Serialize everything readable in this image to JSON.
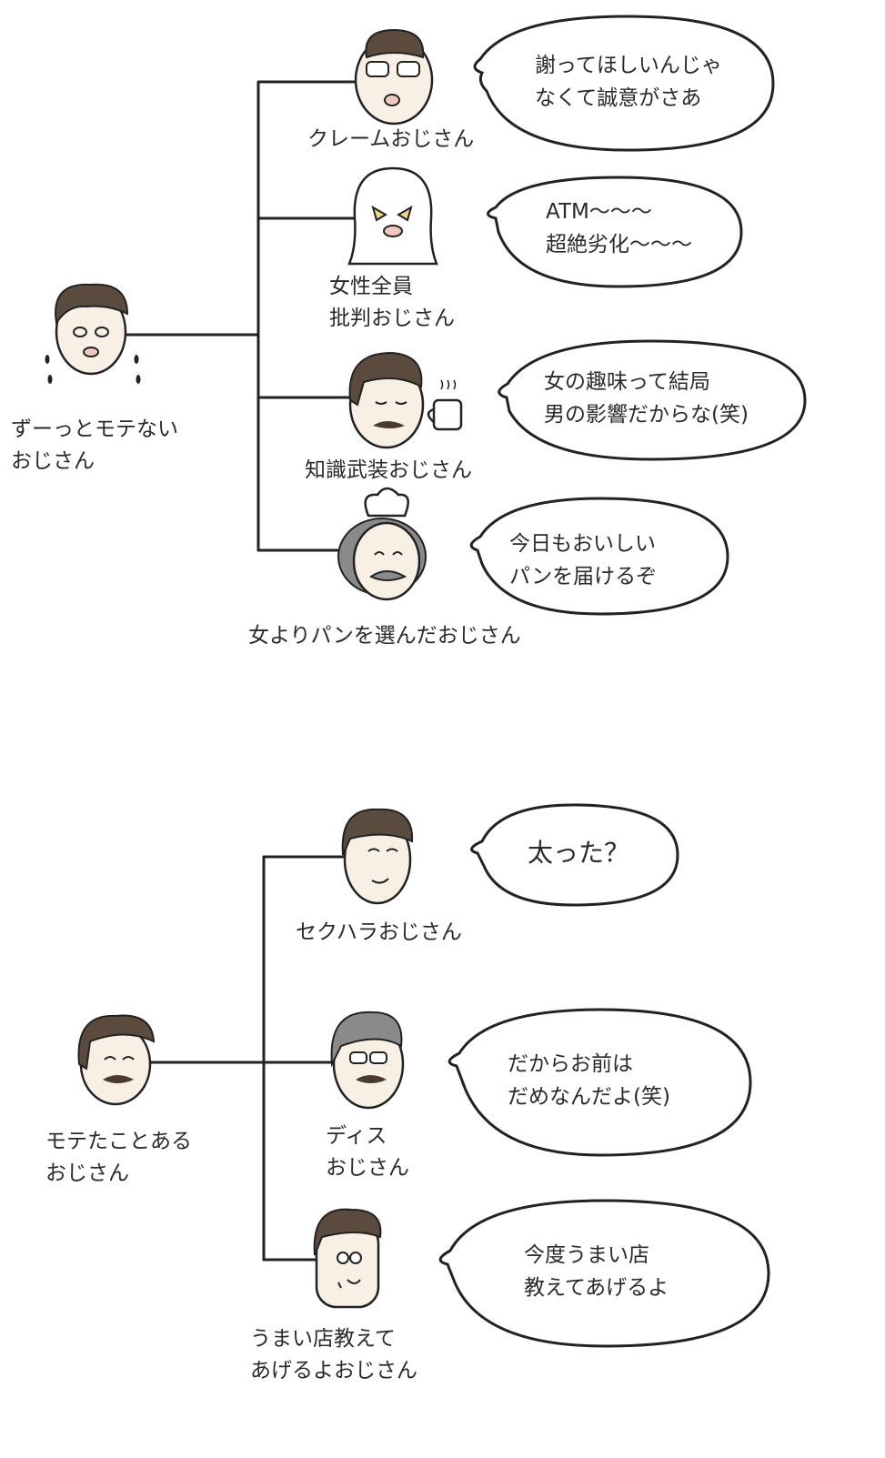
{
  "top_tree": {
    "root_label": [
      "ずーっとモテない",
      "おじさん"
    ],
    "branches": [
      {
        "label": [
          "クレームおじさん"
        ],
        "speech": [
          "謝ってほしいんじゃ",
          "なくて誠意がさあ"
        ]
      },
      {
        "label": [
          "女性全員",
          "批判おじさん"
        ],
        "speech": [
          "ATM〜〜〜",
          "超絶劣化〜〜〜"
        ]
      },
      {
        "label": [
          "知識武装おじさん"
        ],
        "speech": [
          "女の趣味って結局",
          "男の影響だからな(笑)"
        ]
      },
      {
        "label": [
          "女よりパンを選んだおじさん"
        ],
        "speech": [
          "今日もおいしい",
          "パンを届けるぞ"
        ]
      }
    ]
  },
  "bottom_tree": {
    "root_label": [
      "モテたことある",
      "おじさん"
    ],
    "branches": [
      {
        "label": [
          "セクハラおじさん"
        ],
        "speech": [
          "太った？"
        ]
      },
      {
        "label": [
          "ディス",
          "おじさん"
        ],
        "speech": [
          "だからお前は",
          "だめなんだよ(笑)"
        ]
      },
      {
        "label": [
          "うまい店教えて",
          "あげるよおじさん"
        ],
        "speech": [
          "今度うまい店",
          "教えてあげるよ"
        ]
      }
    ]
  },
  "colors": {
    "skin": "#f8f0e4",
    "hair": "#5b4b3f",
    "line": "#222222"
  }
}
